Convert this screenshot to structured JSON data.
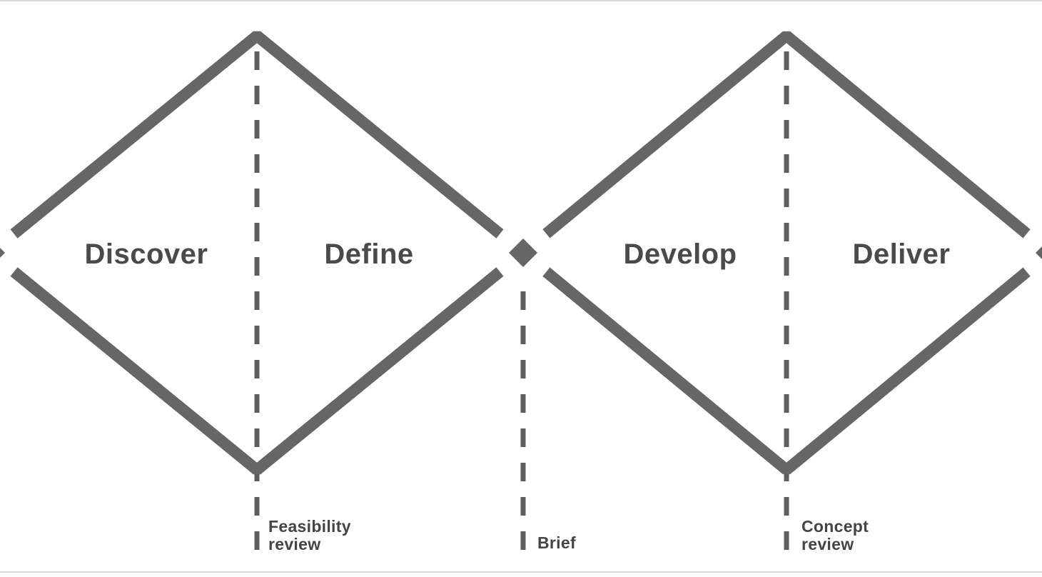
{
  "diagram": {
    "phases": [
      {
        "label": "Discover"
      },
      {
        "label": "Define"
      },
      {
        "label": "Develop"
      },
      {
        "label": "Deliver"
      }
    ],
    "gates": [
      {
        "line1": "Feasibility",
        "line2": "review"
      },
      {
        "line1": "Brief",
        "line2": ""
      },
      {
        "line1": "Concept",
        "line2": "review"
      }
    ],
    "colors": {
      "diamond_stroke": "#666666",
      "node_fill": "#666666",
      "dashed_line": "#5e5e5e",
      "phase_label_text": "#4a4a4a",
      "gate_label_text": "#444444",
      "edge_rule": "#d9d9d9",
      "background": "#ffffff"
    }
  }
}
